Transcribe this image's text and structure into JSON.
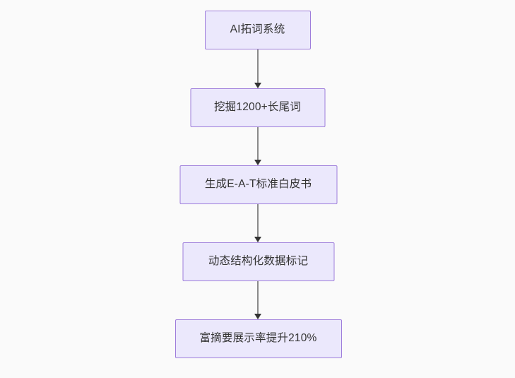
{
  "diagram": {
    "type": "flowchart",
    "direction": "top-to-bottom",
    "background_color": "#fafafa",
    "node_fill_color": "#ebe8fc",
    "node_border_color": "#9e7ddb",
    "node_text_color": "#333333",
    "edge_line_color": "#8a8a8a",
    "edge_arrow_color": "#333333",
    "nodes": [
      {
        "id": "n1",
        "label": "AI拓词系统"
      },
      {
        "id": "n2",
        "label": "挖掘1200+长尾词"
      },
      {
        "id": "n3",
        "label": "生成E-A-T标准白皮书"
      },
      {
        "id": "n4",
        "label": "动态结构化数据标记"
      },
      {
        "id": "n5",
        "label": "富摘要展示率提升210%"
      }
    ],
    "edges": [
      {
        "id": "e1",
        "from": "n1",
        "to": "n2",
        "label": "",
        "arrow": "arrow-down-icon"
      },
      {
        "id": "e2",
        "from": "n2",
        "to": "n3",
        "label": "",
        "arrow": "arrow-down-icon"
      },
      {
        "id": "e3",
        "from": "n3",
        "to": "n4",
        "label": "",
        "arrow": "arrow-down-icon"
      },
      {
        "id": "e4",
        "from": "n4",
        "to": "n5",
        "label": "",
        "arrow": "arrow-down-icon"
      }
    ]
  }
}
